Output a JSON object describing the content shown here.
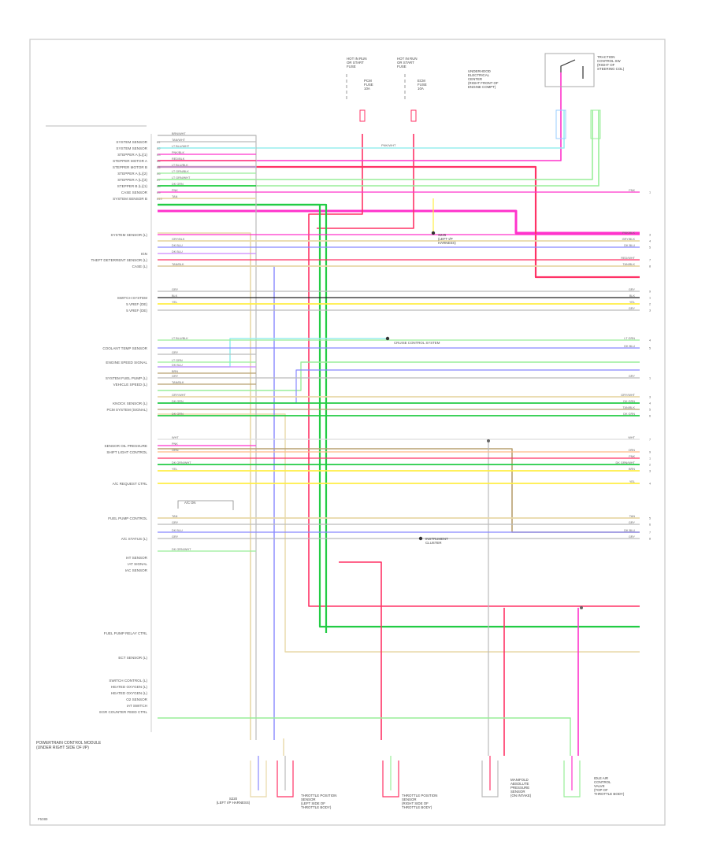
{
  "footer_code": "F5089",
  "module": {
    "label_lines": [
      "POWERTRAIN CONTROL MODULE",
      "(UNDER RIGHT SIDE OF I/P)"
    ]
  },
  "pin_labels": [
    "SYSTEM SENSOR",
    "SYSTEM SENSOR",
    "STEPPER A (L)(1)",
    "STEPPER MOTOR A",
    "STEPPER MOTOR B",
    "STEPPER A (L)(2)",
    "STEPPER A (L)(3)",
    "STEPPER B (L)(1)",
    "CASE SENSOR",
    "SYSTEM SENSOR B",
    "SYSTEM SENSOR (L)",
    "IGN",
    "THEFT DETERRENT SENSOR (L)",
    "CASE (L)",
    "SWITCH SYSTEM",
    "5 VREF (DE)",
    "5 VREF (DE)",
    "COOLANT TEMP SENSOR",
    "ENGINE SPEED SIGNAL",
    "SYSTEM FUEL PUMP (L)",
    "VEHICLE SPEED (L)",
    "KNOCK SENSOR (L)",
    "PCM SYSTEM (SIGNAL)",
    "SENSOR OIL PRESSURE",
    "SHIFT LIGHT CONTROL",
    "A/C REQUEST CTRL",
    "FUEL PUMP CONTROL",
    "A/C STATUS (L)",
    "IAT SENSOR",
    "IAT SIGNAL",
    "IAC SENSOR",
    "FUEL PUMP RELAY CTRL",
    "ECT SENSOR (L)",
    "SWITCH CONTROL (L)",
    "HEATED OXYGEN (L)",
    "HEATED OXYGEN (L)",
    "O2 SENSOR",
    "IAT SWITCH",
    "EGR COUNTER FEED CTRL"
  ],
  "top_components": [
    {
      "label_lines": [
        "HOT IN RUN",
        "OR START",
        "FUSE"
      ],
      "fuse_lines": [
        "PCM",
        "FUSE",
        "10A"
      ]
    },
    {
      "label_lines": [
        "HOT IN RUN",
        "OR START",
        "FUSE"
      ],
      "fuse_lines": [
        "ECM",
        "FUSE",
        "10A"
      ]
    },
    {
      "label_lines": [
        "UNDERHOOD",
        "ELECTRICAL",
        "CENTER",
        "(RIGHT FRONT OF",
        "ENGINE COMPT)"
      ]
    },
    {
      "label_lines": [
        "TRACTION",
        "CONTROL SW",
        "(RIGHT OF",
        "STEERING COL)"
      ]
    }
  ],
  "splice_label_lines": [
    "S225",
    "(LEFT I/P",
    "HARNESS)"
  ],
  "cruise_label": "CRUISE CONTROL SYSTEM",
  "ac_note": "A/C ON",
  "instrument_note_lines": [
    "INSTRUMENT",
    "CLUSTER"
  ],
  "bottom_components": [
    {
      "label_lines": [
        "S220",
        "(LEFT I/P HARNESS)"
      ]
    },
    {
      "label_lines": [
        "THROTTLE POSITION",
        "SENSOR",
        "(LEFT SIDE OF",
        "THROTTLE BODY)"
      ]
    },
    {
      "label_lines": [
        "THROTTLE POSITION",
        "SENSOR",
        "(RIGHT SIDE OF",
        "THROTTLE BODY)"
      ]
    },
    {
      "label_lines": [
        "MANIFOLD",
        "ABSOLUTE",
        "PRESSURE",
        "SENSOR",
        "(ON INTAKE)"
      ]
    },
    {
      "label_lines": [
        "IDLE AIR",
        "CONTROL",
        "VALVE",
        "(TOP OF",
        "THROTTLE BODY)"
      ]
    }
  ],
  "wire_colors": {
    "pink": "#ff33cc",
    "red": "#ff3366",
    "cyan": "#99eeee",
    "green": "#22cc44",
    "lightgreen": "#99ee99",
    "yellow": "#ffee44",
    "tan": "#e8d8a8",
    "grey": "#bbbbbb",
    "blue": "#8888ff",
    "brown": "#b8a070",
    "purple": "#cc88ff",
    "black": "#222222",
    "white": "#dddddd",
    "orange": "#ffbb88",
    "lightblue": "#99ccff",
    "darkgreen": "#009900"
  },
  "wires": [
    {
      "color": "grey",
      "label": "BRN/WHT",
      "end_label": ""
    },
    {
      "color": "grey",
      "label": "TAN/WHT",
      "end_label": ""
    },
    {
      "color": "cyan",
      "label": "LT BLU/WHT",
      "end_label": ""
    },
    {
      "color": "pink",
      "label": "PNK/BLK",
      "end_label": ""
    },
    {
      "color": "red",
      "label": "RED/BLK",
      "end_label": ""
    },
    {
      "color": "lightblue",
      "label": "LT BLU/BLK",
      "end_label": ""
    },
    {
      "color": "lightgreen",
      "label": "LT GRN/BLK",
      "end_label": ""
    },
    {
      "color": "lightgreen",
      "label": "LT GRN/WHT",
      "end_label": ""
    },
    {
      "color": "green",
      "label": "DK GRN",
      "end_label": ""
    },
    {
      "color": "pink",
      "label": "PNK",
      "end_label": "PNK"
    },
    {
      "color": "tan",
      "label": "TAN",
      "end_label": ""
    },
    {
      "color": "pink",
      "label": "",
      "end_label": "PNK/BLK"
    },
    {
      "color": "tan",
      "label": "GRY/BLK",
      "end_label": "GRY/BLK"
    },
    {
      "color": "blue",
      "label": "DK BLU",
      "end_label": "DK BLU"
    },
    {
      "color": "purple",
      "label": "DK BLU",
      "end_label": ""
    },
    {
      "color": "red",
      "label": "",
      "end_label": "RED/WHT"
    },
    {
      "color": "tan",
      "label": "TAN/BLK",
      "end_label": "TAN/BLK"
    },
    {
      "color": "grey",
      "label": "GRY",
      "end_label": "GRY"
    },
    {
      "color": "black",
      "label": "BLK",
      "end_label": "BLK"
    },
    {
      "color": "yellow",
      "label": "YEL",
      "end_label": "YEL"
    },
    {
      "color": "grey",
      "label": "",
      "end_label": "GRY"
    },
    {
      "color": "lightgreen",
      "label": "LT BLU/BLK",
      "end_label": "LT GRN"
    },
    {
      "color": "blue",
      "label": "",
      "end_label": "DK BLU"
    },
    {
      "color": "grey",
      "label": "GRY",
      "end_label": ""
    },
    {
      "color": "lightgreen",
      "label": "LT GRN",
      "end_label": ""
    },
    {
      "color": "purple",
      "label": "DK BLU",
      "end_label": ""
    },
    {
      "color": "brown",
      "label": "BRN",
      "end_label": ""
    },
    {
      "color": "grey",
      "label": "GRY",
      "end_label": "GRY"
    },
    {
      "color": "brown",
      "label": "TAN/BLK",
      "end_label": ""
    },
    {
      "color": "tan",
      "label": "GRY/WHT",
      "end_label": "GRY/WHT"
    },
    {
      "color": "green",
      "label": "DK GRN",
      "end_label": "DK GRN"
    },
    {
      "color": "brown",
      "label": "",
      "end_label": "TAN/BLK"
    },
    {
      "color": "green",
      "label": "DK GRN",
      "end_label": "DK GRN"
    },
    {
      "color": "white",
      "label": "WHT",
      "end_label": "WHT"
    },
    {
      "color": "pink",
      "label": "PNK",
      "end_label": ""
    },
    {
      "color": "orange",
      "label": "ORN",
      "end_label": "ORN"
    },
    {
      "color": "red",
      "label": "",
      "end_label": "PNK"
    },
    {
      "color": "green",
      "label": "DK GRN/WHT",
      "end_label": "DK GRN/WHT"
    },
    {
      "color": "yellow",
      "label": "YEL",
      "end_label": "BRN"
    },
    {
      "color": "yellow",
      "label": "",
      "end_label": "YEL"
    },
    {
      "color": "tan",
      "label": "TAN",
      "end_label": "TAN"
    },
    {
      "color": "grey",
      "label": "GRY",
      "end_label": "GRY"
    },
    {
      "color": "blue",
      "label": "DK BLU",
      "end_label": "DK BLU"
    },
    {
      "color": "grey",
      "label": "GRY",
      "end_label": "GRY"
    },
    {
      "color": "lightgreen",
      "label": "DK GRN/WHT",
      "end_label": ""
    }
  ]
}
